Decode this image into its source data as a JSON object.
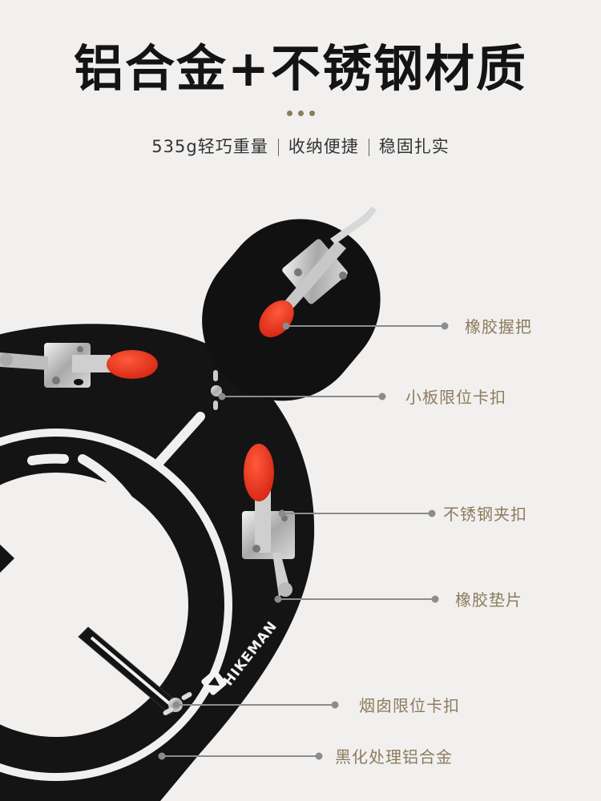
{
  "header": {
    "title": "铝合金+不锈钢材质",
    "dots_color": "#8a7c5d",
    "features": [
      "535g轻巧重量",
      "收纳便捷",
      "稳固扎实"
    ]
  },
  "product": {
    "brand": "HIKEMAN",
    "plate_color": "#141414",
    "handle_color": "#e8321f"
  },
  "callouts": [
    {
      "label": "橡胶握把"
    },
    {
      "label": "小板限位卡扣"
    },
    {
      "label": "不锈钢夹扣"
    },
    {
      "label": "橡胶垫片"
    },
    {
      "label": "烟囱限位卡扣"
    },
    {
      "label": "黑化处理铝合金"
    }
  ],
  "colors": {
    "background": "#f1f0ef",
    "title": "#141414",
    "label": "#8d7b5c",
    "callout_line": "#8c8c8c"
  }
}
